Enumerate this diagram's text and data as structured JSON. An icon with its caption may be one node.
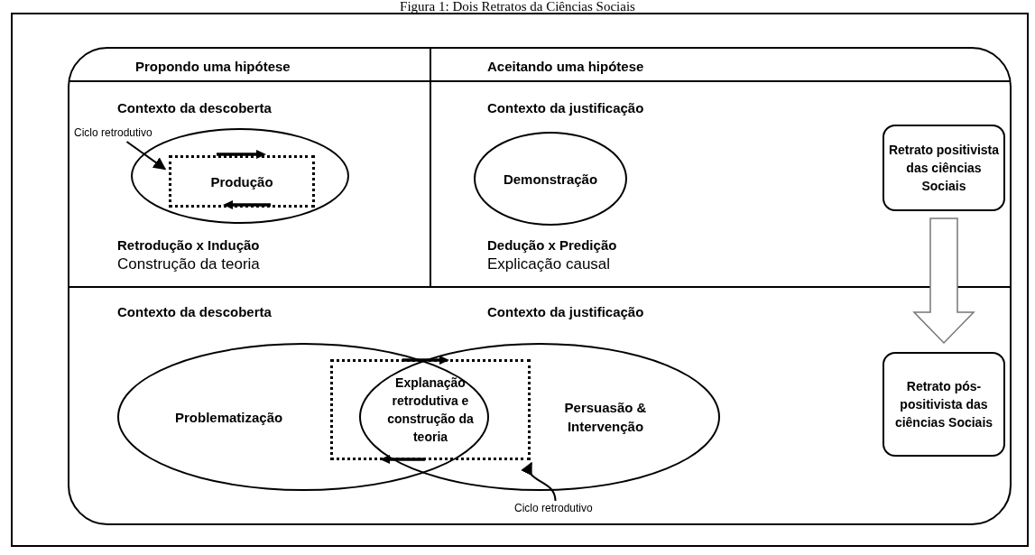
{
  "diagram": {
    "title": "Figura 1: Dois Retratos da Ciências Sociais",
    "nodes": [
      {
        "text": [],
        "shape": "circle"
      },
      {
        "text": [
          "Produção"
        ],
        "in": 0
      },
      {
        "text": [
          "Ciclo retrodutivo"
        ]
      },
      {
        "text": [
          "Demonstração"
        ]
      },
      {
        "text": [
          "Retrato positivista das ciências Sociais"
        ]
      },
      {
        "text": [
          "Retrato pós-positivista das ciências Sociais"
        ]
      },
      {
        "text": [
          "Problematização"
        ]
      },
      {
        "text": [
          "Persuasão & Intervenção"
        ]
      },
      {
        "text": [
          "Explanação retrodutiva e construção da teoria"
        ]
      },
      {
        "text": [
          "Ciclo retrodutivo"
        ]
      }
    ],
    "edges": [
      {
        "from": 2,
        "to": 1,
        "arrow": "to"
      },
      {
        "from": 4,
        "to": 5,
        "arrow": "to",
        "style": "thick"
      },
      {
        "from": 9,
        "to": 8,
        "arrow": "to"
      }
    ],
    "labels": [
      "Propondo uma hipótese",
      "Aceitando uma hipótese",
      "Contexto da descoberta",
      "Contexto da justificação",
      "Retrodução x Indução",
      "Construção da teoria",
      "Dedução x Predição",
      "Explicação causal",
      "Contexto da descoberta",
      "Contexto da justificação"
    ]
  }
}
